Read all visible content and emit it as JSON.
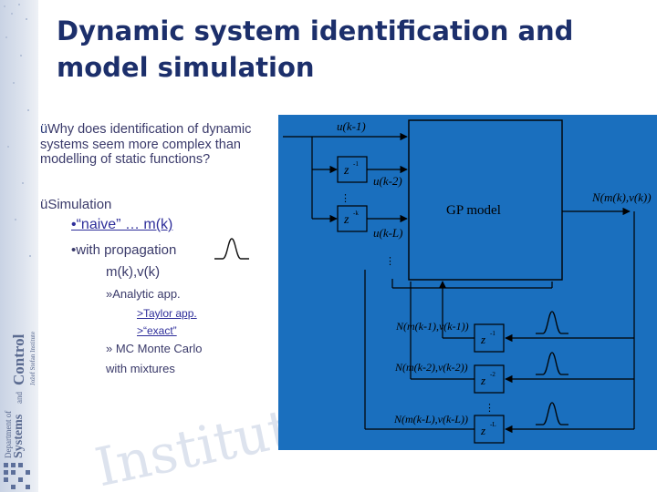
{
  "slide": {
    "title_line1": "Dynamic system identification and",
    "title_line2": "model simulation",
    "bullets": {
      "why_check": "ü",
      "why_line1": "Why does identification of dynamic",
      "why_line2": "systems seem more complex than",
      "why_line3": "modelling of static functions?",
      "sim_check": "ü",
      "simulation": "Simulation",
      "naive": "•“naive” … m(k)",
      "with_propagation": "•with propagation",
      "mv": "m(k),v(k)",
      "analytic": "»Analytic app.",
      "taylor": ">Taylor app.",
      "exact": ">“exact”",
      "mc": "» MC Monte Carlo",
      "mixtures": "with mixtures"
    }
  },
  "diagram": {
    "input_top": "u(k-1)",
    "input_mid": "u(k-2)",
    "input_low": "u(k-L)",
    "delay_sym": "z",
    "delay_exp1": "-1",
    "delay_expk": "-k",
    "model_label": "GP model",
    "output_label": "N(m(k),v(k))",
    "fb1": "N(m(k-1),v(k-1))",
    "fb2": "N(m(k-2),v(k-2))",
    "fb3": "N(m(k-L),v(k-L))",
    "fb_exp1": "-1",
    "fb_exp2": "-2",
    "fb_exp3": "-L",
    "dots": "⋮"
  },
  "sidebar": {
    "brand_line1": "Department of",
    "brand_line2": "Systems",
    "brand_line3": "and",
    "brand_line4": "Control",
    "brand_line5": "Jožef Stefan Institute"
  },
  "watermark_text": "Institut “Jožef Stefan”",
  "colors": {
    "title": "#1c2f6b",
    "diagram_bg": "#1a6fbe",
    "text": "#3a3a6a",
    "link": "#2e2e9a"
  }
}
